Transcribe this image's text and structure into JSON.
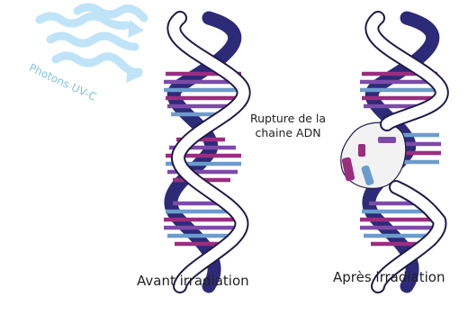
{
  "photon_label": "Photons UV-C",
  "break_label_line1": "Rupture de la",
  "break_label_line2": "chaine ADN",
  "caption_before": "Avant irradiation",
  "caption_after": "Après irradiation",
  "colors": {
    "backbone_dark": "#2d2a78",
    "backbone_outline": "#1e1b4b",
    "strand_white": "#ffffff",
    "rung_magenta": "#9b2d7f",
    "rung_purple": "#7e4aa8",
    "rung_blue": "#6c9ccc",
    "rung_light": "#f2f2f2",
    "photon": "#bfe4f7",
    "photon_text": "#7fc3ea",
    "break_zone": "#f2f2f2"
  }
}
